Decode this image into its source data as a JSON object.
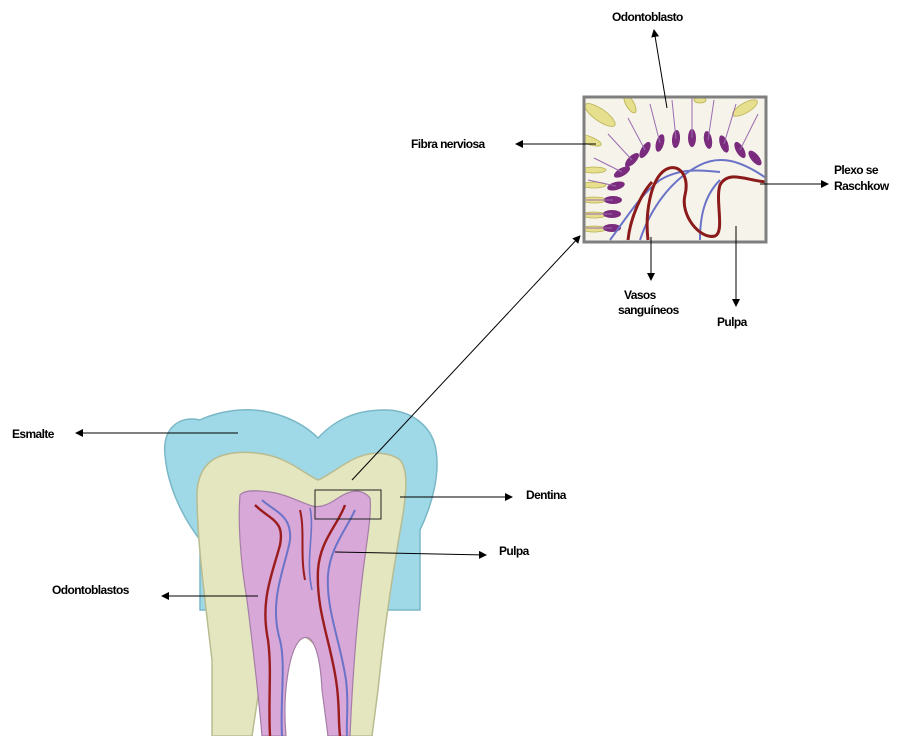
{
  "labels": {
    "esmalte": "Esmalte",
    "dentina": "Dentina",
    "pulpa_tooth": "Pulpa",
    "odontoblastos": "Odontoblastos",
    "odontoblasto": "Odontoblasto",
    "fibra_nerviosa": "Fibra nerviosa",
    "plexo_line1": "Plexo se",
    "plexo_line2": "Raschkow",
    "vasos_line1": "Vasos",
    "vasos_line2": "sanguíneos",
    "pulpa_zoom": "Pulpa"
  },
  "colors": {
    "enamel": "#9fd8e6",
    "dentin": "#e3e6bf",
    "pulp": "#d7a8d8",
    "artery": "#9b1c1c",
    "vein": "#6a73c8",
    "odontoblast": "#7b2b7d",
    "frame": "#7f7f7f"
  }
}
